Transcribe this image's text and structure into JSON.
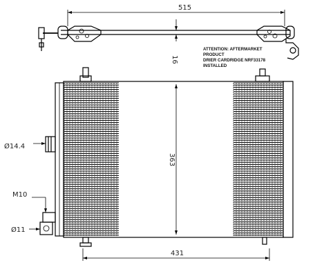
{
  "dimensions": {
    "top_bracket_length": "515",
    "top_bracket_gap": "16",
    "core_height": "363",
    "core_width": "431",
    "inlet_diameter": "Ø14.4",
    "thread": "M10",
    "outlet_diameter": "Ø11"
  },
  "note": {
    "line1": "ATTENTION: AFTERMARKET",
    "line2": "PRODUCT",
    "line3": "DRIER CARDRIDGE NRF33178",
    "line4": "INSTALLED"
  }
}
